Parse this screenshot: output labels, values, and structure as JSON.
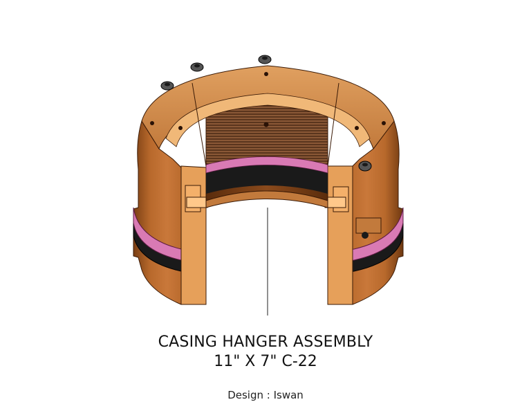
{
  "title": {
    "line1": "CASING HANGER ASSEMBLY",
    "line2": "11\" X 7\" C-22"
  },
  "designer_label": "Design : Iswan",
  "colors": {
    "bronze_dark": "#8a4a1c",
    "bronze_mid": "#b8692c",
    "bronze_light": "#d8904a",
    "bronze_highlight": "#f0b878",
    "seal_black": "#1a1a1a",
    "seal_pink": "#d97ab4",
    "background": "#ffffff"
  }
}
